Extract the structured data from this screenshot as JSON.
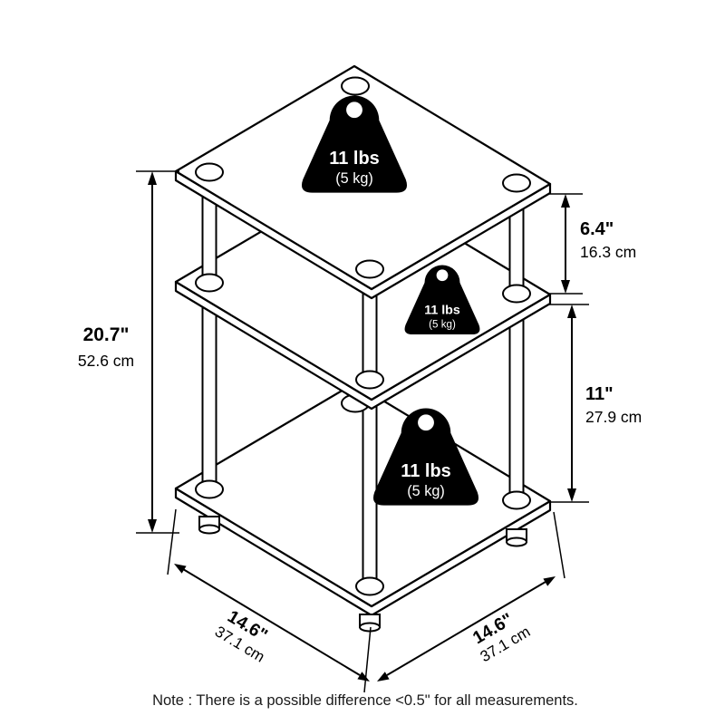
{
  "diagram": {
    "note": "Note : There is a possible difference <0.5\" for all measurements.",
    "weights": {
      "top": {
        "line1": "11 lbs",
        "line2": "(5 kg)"
      },
      "middle": {
        "line1": "11 lbs",
        "line2": "(5 kg)"
      },
      "bottom": {
        "line1": "11 lbs",
        "line2": "(5 kg)"
      }
    },
    "dimensions": {
      "overall_height": {
        "inches": "20.7\"",
        "metric": "52.6 cm"
      },
      "top_shelf_clearance": {
        "inches": "6.4\"",
        "metric": "16.3 cm"
      },
      "lower_shelf_clearance": {
        "inches": "11\"",
        "metric": "27.9 cm"
      },
      "depth": {
        "inches": "14.6\"",
        "metric": "37.1 cm"
      },
      "width": {
        "inches": "14.6\"",
        "metric": "37.1 cm"
      }
    },
    "colors": {
      "line": "#000000",
      "background": "#ffffff",
      "weight_fill": "#000000",
      "weight_text": "#ffffff",
      "note_text": "#1a1a1a"
    }
  }
}
